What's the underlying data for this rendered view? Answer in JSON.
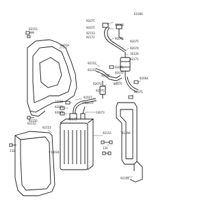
{
  "diagram": {
    "ref_code": "E1000",
    "labels": {
      "l01": "92153",
      "l02": "49019",
      "l03": "92152",
      "l04": "92075",
      "l05": "92075",
      "l06": "92172",
      "l07": "92066",
      "l08": "92075",
      "l09": "16126",
      "l10": "92074",
      "l11": "92171",
      "l12": "92152",
      "l13": "92152",
      "l14": "92075",
      "l15": "92072",
      "l16": "92075",
      "l17": "92064",
      "l18": "92075",
      "l19": "92075",
      "l20": "92027",
      "l21": "92072",
      "l22": "11012",
      "l23": "92071",
      "l24": "14073",
      "l25": "92072",
      "l26": "92172",
      "l27": "14024",
      "l28": "11056",
      "l29": "132",
      "l30": "92153",
      "l31": "130",
      "l32": "92153",
      "l33": "92075",
      "l34": "92072",
      "l35": "92075",
      "l36": "92152",
      "l37": "92153",
      "l38": "92150"
    }
  }
}
